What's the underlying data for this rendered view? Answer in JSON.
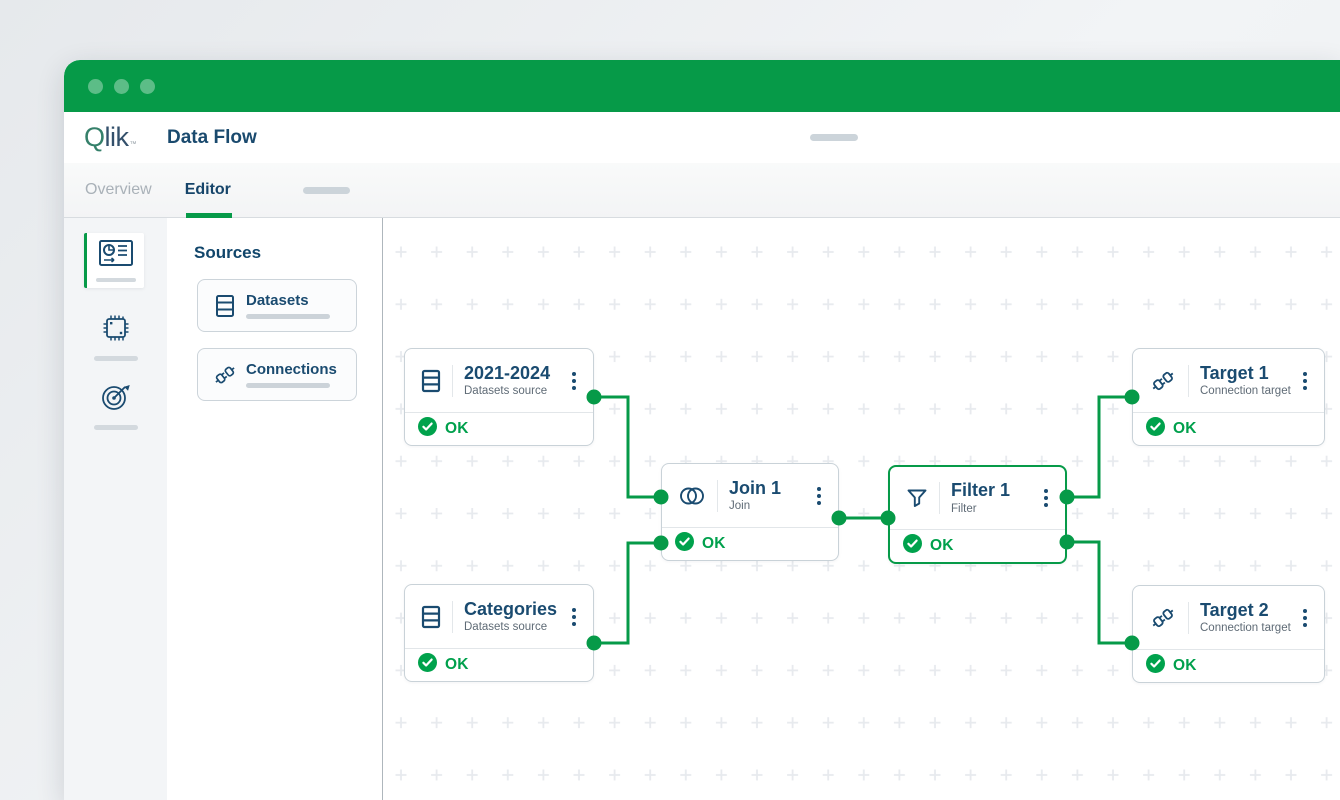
{
  "window": {
    "header": {
      "logo_q": "Q",
      "logo_rest": "lik",
      "logo_tm": "™",
      "title": "Data Flow"
    },
    "tabs": {
      "overview": "Overview",
      "editor": "Editor"
    }
  },
  "sidebar": {
    "items": [
      {
        "icon": "report-icon",
        "active": true
      },
      {
        "icon": "chip-icon",
        "active": false
      },
      {
        "icon": "target-icon",
        "active": false
      }
    ]
  },
  "sources": {
    "heading": "Sources",
    "items": [
      {
        "label": "Datasets",
        "icon": "datasets-icon"
      },
      {
        "label": "Connections",
        "icon": "connections-icon"
      }
    ]
  },
  "canvas": {
    "nodes": [
      {
        "title": "2021-2024",
        "subtitle": "Datasets source",
        "status": "OK",
        "type": "datasets-source",
        "selected": false
      },
      {
        "title": "Categories",
        "subtitle": "Datasets source",
        "status": "OK",
        "type": "datasets-source",
        "selected": false
      },
      {
        "title": "Join 1",
        "subtitle": "Join",
        "status": "OK",
        "type": "join",
        "selected": false
      },
      {
        "title": "Filter 1",
        "subtitle": "Filter",
        "status": "OK",
        "type": "filter",
        "selected": true
      },
      {
        "title": "Target 1",
        "subtitle": "Connection target",
        "status": "OK",
        "type": "connection-target",
        "selected": false
      },
      {
        "title": "Target 2",
        "subtitle": "Connection target",
        "status": "OK",
        "type": "connection-target",
        "selected": false
      }
    ],
    "edges": [
      {
        "from": "2021-2024",
        "to": "Join 1"
      },
      {
        "from": "Categories",
        "to": "Join 1"
      },
      {
        "from": "Join 1",
        "to": "Filter 1"
      },
      {
        "from": "Filter 1",
        "to": "Target 1"
      },
      {
        "from": "Filter 1",
        "to": "Target 2"
      }
    ]
  },
  "colors": {
    "brand_green": "#069a48",
    "status_green": "#00a04c",
    "navy": "#1a4b70",
    "muted_text": "#5f6b76"
  }
}
